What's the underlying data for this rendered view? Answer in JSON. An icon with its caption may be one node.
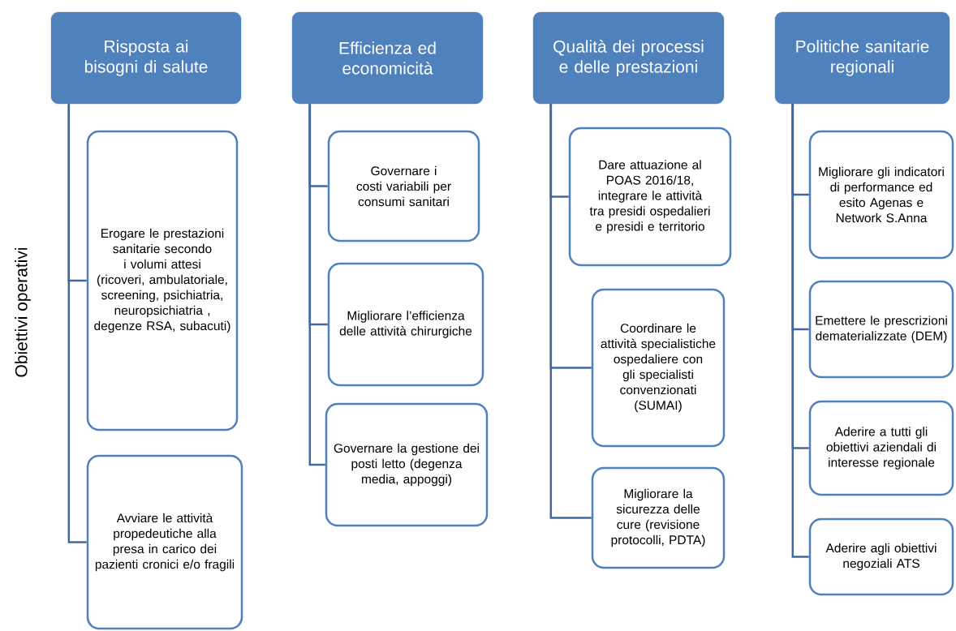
{
  "diagram": {
    "nodes": [
      {
        "text": [
          "Risposta ai bisogni di salute"
        ]
      },
      {
        "text": [
          "Efficienza ed economicità"
        ]
      },
      {
        "text": [
          "Qualità dei processi e delle prestazioni"
        ]
      },
      {
        "text": [
          "Politiche sanitarie regionali"
        ]
      },
      {
        "text": [
          "Erogare le prestazioni sanitarie secondo i volumi attesi (ricoveri, ambulatoriale, screening, psichiatria, neuropsichiatria , degenze RSA, subacuti)"
        ]
      },
      {
        "text": [
          "Avviare le attività propedeutiche alla presa in carico dei pazienti cronici e/o fragili"
        ]
      },
      {
        "text": [
          "Governare i costi variabili per consumi sanitari"
        ]
      },
      {
        "text": [
          "Migliorare l’efficienza delle attività chirurgiche"
        ]
      },
      {
        "text": [
          "Governare la gestione dei posti letto (degenza media, appoggi)"
        ]
      },
      {
        "text": [
          "Dare attuazione al POAS 2016/18, integrare le attività tra presidi ospedalieri e presidi e territorio"
        ]
      },
      {
        "text": [
          "Coordinare le attività specialistiche ospedaliere con gli specialisti convenzionati (SUMAI)"
        ]
      },
      {
        "text": [
          "Migliorare la sicurezza delle cure (revisione protocolli, PDTA)"
        ]
      },
      {
        "text": [
          "Migliorare gli indicatori di performance ed esito Agenas e Network S.Anna"
        ]
      },
      {
        "text": [
          "Emettere le prescrizioni dematerializzate (DEM)"
        ]
      },
      {
        "text": [
          "Aderire a tutti gli obiettivi aziendali di interesse regionale"
        ]
      },
      {
        "text": [
          "Aderire agli obiettivi negoziali ATS"
        ]
      }
    ],
    "edges": [
      {
        "from": 0,
        "to": 4,
        "arrow": "none"
      },
      {
        "from": 0,
        "to": 5,
        "arrow": "none"
      },
      {
        "from": 1,
        "to": 6,
        "arrow": "none"
      },
      {
        "from": 1,
        "to": 7,
        "arrow": "none"
      },
      {
        "from": 1,
        "to": 8,
        "arrow": "none"
      },
      {
        "from": 2,
        "to": 9,
        "arrow": "none"
      },
      {
        "from": 2,
        "to": 10,
        "arrow": "none"
      },
      {
        "from": 2,
        "to": 11,
        "arrow": "none"
      },
      {
        "from": 3,
        "to": 12,
        "arrow": "none"
      },
      {
        "from": 3,
        "to": 13,
        "arrow": "none"
      },
      {
        "from": 3,
        "to": 14,
        "arrow": "none"
      },
      {
        "from": 3,
        "to": 15,
        "arrow": "none"
      }
    ],
    "labels": [
      "Obiettivi operativi"
    ]
  }
}
